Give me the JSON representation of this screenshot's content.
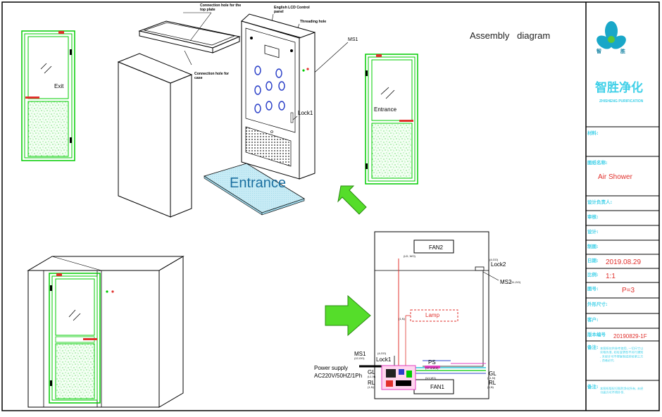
{
  "drawing": {
    "title": "Assembly   diagram",
    "callouts": {
      "top_plate": [
        "Connection hole for the",
        "top plate"
      ],
      "lcd": [
        "English LCD Control",
        "panel"
      ],
      "threading": "Threading hole",
      "ms1_top": "MS1",
      "case_hole": [
        "Connection hole for",
        "case"
      ],
      "lock1_top": "Lock1",
      "entrance_mat": "Entrance",
      "exit_door": "Exit",
      "entrance_door": "Entrance"
    }
  },
  "wiring": {
    "fan2": "FAN2",
    "fan1": "FAN1",
    "lamp": "Lamp",
    "lock2": "Lock2",
    "lock2_code": "(4,GO)",
    "ms2": "MS2",
    "ms2_code": "(11,GO)",
    "fan2_code": "(LD, WO)",
    "lamp_code": "(1,N)",
    "ms1": "MS1",
    "ms1_code": "(12,GO)",
    "lock1_code": "(4,GO)",
    "lock1": "Lock1",
    "ps": "PS",
    "ps_code": "(17,4,W,0)",
    "fan1_code": "(U1,W1)",
    "power_supply": "Power supply",
    "power_spec": "AC220V/50HZ/1Ph",
    "gl_left": "GL",
    "gl_left_code": "(L1,N)",
    "rl_left": "RL",
    "rl_left_code": "(1,N)",
    "gl_right": "GL",
    "gl_right_code": "(L1,N)",
    "rl_right": "RL",
    "rl_right_code": "(1,N)"
  },
  "title_block": {
    "company": "智胜净化",
    "company_sub": "ZHISHENG PURIFICATION",
    "logo_left": "智",
    "logo_right": "胜",
    "rows": [
      {
        "label": "材料:",
        "value": ""
      },
      {
        "label": "图纸名称:",
        "value": "Air Shower"
      },
      {
        "label": "设计负责人:",
        "value": ""
      },
      {
        "label": "审核:",
        "value": ""
      },
      {
        "label": "设计:",
        "value": ""
      },
      {
        "label": "制图:",
        "value": ""
      },
      {
        "label": "日期:",
        "value": "2019.08.29"
      },
      {
        "label": "比例:",
        "value": "1:1"
      },
      {
        "label": "图号:",
        "value": "P=3"
      },
      {
        "label": "外形尺寸:",
        "value": ""
      },
      {
        "label": "客户:",
        "value": ""
      },
      {
        "label": "版本编号",
        "value": "20190829-1F"
      },
      {
        "label": "备注:",
        "value": ""
      },
      {
        "label": "备注:",
        "value": ""
      }
    ],
    "note1": "本图纸仅供参考使用, 一切尺寸以实物为准, 如有变更恕不另行通知, 未经许可不得复制或转给第三方, 违者必究.",
    "note2": "本图纸版权归智胜净化所有, 未经书面许可不得外传."
  },
  "colors": {
    "frame": "#000000",
    "door": "#00cc00",
    "cyan": "#00bcd4",
    "red": "#e0302c",
    "mat_fill": "#bfe6f2",
    "arrow": "#55dd2a",
    "blue_button": "#2a3fc8"
  }
}
